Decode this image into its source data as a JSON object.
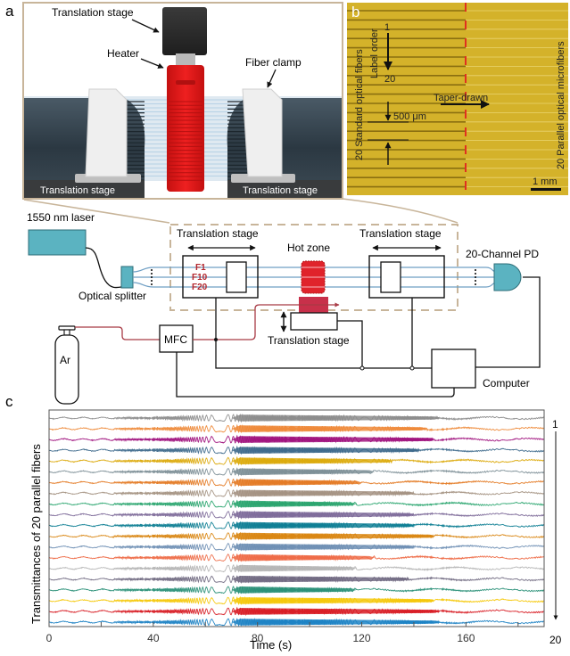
{
  "panels": {
    "a": {
      "label": "a",
      "callouts": {
        "top_stage": "Translation stage",
        "heater": "Heater",
        "fiber_clamp": "Fiber clamp",
        "left_stage": "Translation stage",
        "right_stage": "Translation stage"
      },
      "colors": {
        "frame": "#c8b59a",
        "heater": "#e01818",
        "stage_dark": "#2f3d47",
        "clamp": "#e8e8e8",
        "fiber": "#a8c8e0"
      }
    },
    "b": {
      "label": "b",
      "left_side_label": "20 Standard optical fibers",
      "right_side_label": "20 Parallel optical microfibers",
      "label_order": "Label order",
      "order_start": "1",
      "order_end": "20",
      "taper_label": "Taper-drawn",
      "spacing_label": "500 μm",
      "scale_bar": "1 mm",
      "fiber_count": 20,
      "colors": {
        "background": "#d4b22a",
        "fiber_line": "#8a6f10",
        "microfiber_line": "#e9d470",
        "divider": "#e03020"
      }
    },
    "schematic": {
      "laser": "1550 nm laser",
      "splitter": "Optical splitter",
      "left_stage": "Translation stage",
      "right_stage": "Translation stage",
      "hot_zone": "Hot zone",
      "heater_stage": "Translation stage",
      "pd": "20-Channel PD",
      "mfc": "MFC",
      "gas": "Ar",
      "computer": "Computer",
      "fiber_labels": [
        "F1",
        "F10",
        "F20"
      ],
      "colors": {
        "device": "#5bb3c1",
        "fiber": "#6f9fc4",
        "gas_line": "#a83a45",
        "hot": "#e0232b",
        "heater_block": "#c8304a",
        "dashed": "#c8b59a",
        "label_red": "#b3262d"
      }
    },
    "c": {
      "label": "c"
    }
  },
  "chart_data": {
    "type": "line",
    "title": "",
    "xlabel": "Time (s)",
    "ylabel": "Transmittances of 20 parallel fibers",
    "xlim": [
      0,
      190
    ],
    "xticks": [
      0,
      20,
      40,
      60,
      80,
      100,
      120,
      140,
      160,
      180
    ],
    "xtick_labels": [
      "0",
      "",
      "40",
      "",
      "80",
      "",
      "120",
      "",
      "160",
      ""
    ],
    "grid": false,
    "right_annotation": {
      "start": "1",
      "end": "20"
    },
    "oscillation_onset_s": 25,
    "dense_onset_s": 70,
    "series": [
      {
        "name": "Fiber 1",
        "color": "#8c8c8c",
        "end_s": 150
      },
      {
        "name": "Fiber 2",
        "color": "#ee8a3a",
        "end_s": 145
      },
      {
        "name": "Fiber 3",
        "color": "#a0137e",
        "end_s": 148
      },
      {
        "name": "Fiber 4",
        "color": "#3e6a8c",
        "end_s": 142
      },
      {
        "name": "Fiber 5",
        "color": "#dcaa0c",
        "end_s": 132
      },
      {
        "name": "Fiber 6",
        "color": "#7d8f97",
        "end_s": 125
      },
      {
        "name": "Fiber 7",
        "color": "#e47a24",
        "end_s": 120
      },
      {
        "name": "Fiber 8",
        "color": "#a49282",
        "end_s": 140
      },
      {
        "name": "Fiber 9",
        "color": "#2aa56f",
        "end_s": 118
      },
      {
        "name": "Fiber 10",
        "color": "#7e6b9a",
        "end_s": 140
      },
      {
        "name": "Fiber 11",
        "color": "#0e7e94",
        "end_s": 140
      },
      {
        "name": "Fiber 12",
        "color": "#d98612",
        "end_s": 148
      },
      {
        "name": "Fiber 13",
        "color": "#6f8fb4",
        "end_s": 140
      },
      {
        "name": "Fiber 14",
        "color": "#ee6b47",
        "end_s": 125
      },
      {
        "name": "Fiber 15",
        "color": "#b5b5b5",
        "end_s": 118
      },
      {
        "name": "Fiber 16",
        "color": "#716a82",
        "end_s": 138
      },
      {
        "name": "Fiber 17",
        "color": "#2a9078",
        "end_s": 118
      },
      {
        "name": "Fiber 18",
        "color": "#f5c80a",
        "end_s": 148
      },
      {
        "name": "Fiber 19",
        "color": "#d81c24",
        "end_s": 150
      },
      {
        "name": "Fiber 20",
        "color": "#1c82c4",
        "end_s": 150
      }
    ]
  }
}
